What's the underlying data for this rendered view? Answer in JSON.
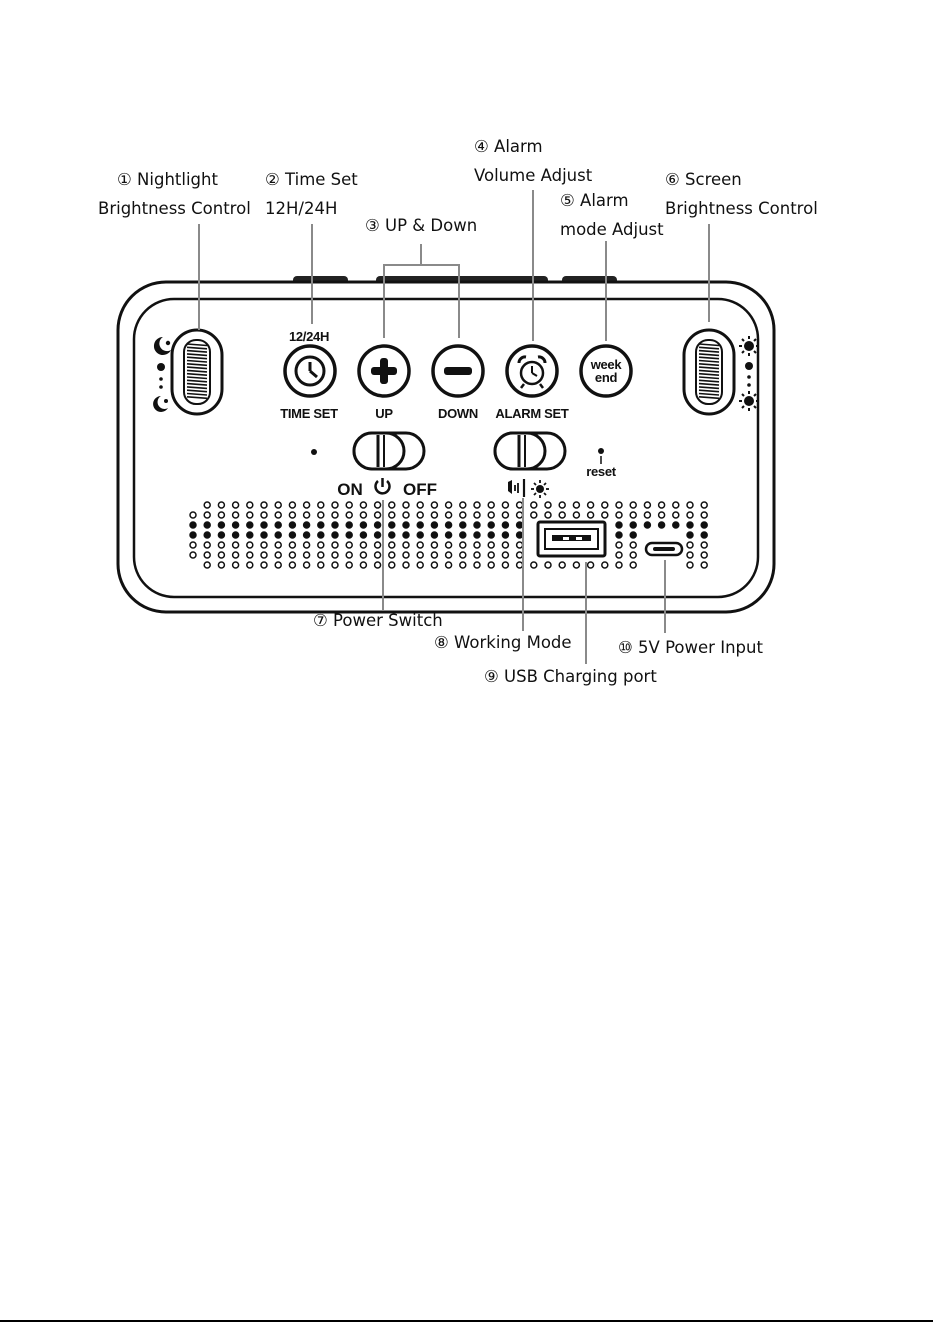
{
  "callouts": {
    "nightlight": {
      "line1": "① Nightlight",
      "line2": "Brightness Control"
    },
    "time_set": {
      "line1": "② Time Set",
      "line2": "12H/24H"
    },
    "up_down": {
      "line1": "③ UP & Down"
    },
    "alarm_volume": {
      "line1": "④ Alarm",
      "line2": "Volume Adjust"
    },
    "alarm_mode": {
      "line1": "⑤ Alarm",
      "line2": "mode Adjust"
    },
    "screen_brightness": {
      "line1": "⑥ Screen",
      "line2": "Brightness Control"
    },
    "power_switch": {
      "line1": "⑦ Power Switch"
    },
    "working_mode": {
      "line1": "⑧ Working Mode"
    },
    "usb_port": {
      "line1": "⑨ USB Charging port"
    },
    "power_input": {
      "line1": "⑩ 5V Power Input"
    }
  },
  "panel": {
    "label_12_24h": "12/24H",
    "label_time_set": "TIME SET",
    "label_up": "UP",
    "label_down": "DOWN",
    "label_alarm_set": "ALARM SET",
    "label_week": "week",
    "label_end": "end",
    "label_reset": "reset",
    "label_on": "ON",
    "label_off": "OFF"
  },
  "icons": [
    "moon-star-icon",
    "clock-icon",
    "plus-icon",
    "minus-icon",
    "alarm-clock-icon",
    "sun-icon",
    "power-icon",
    "sound-icon"
  ]
}
